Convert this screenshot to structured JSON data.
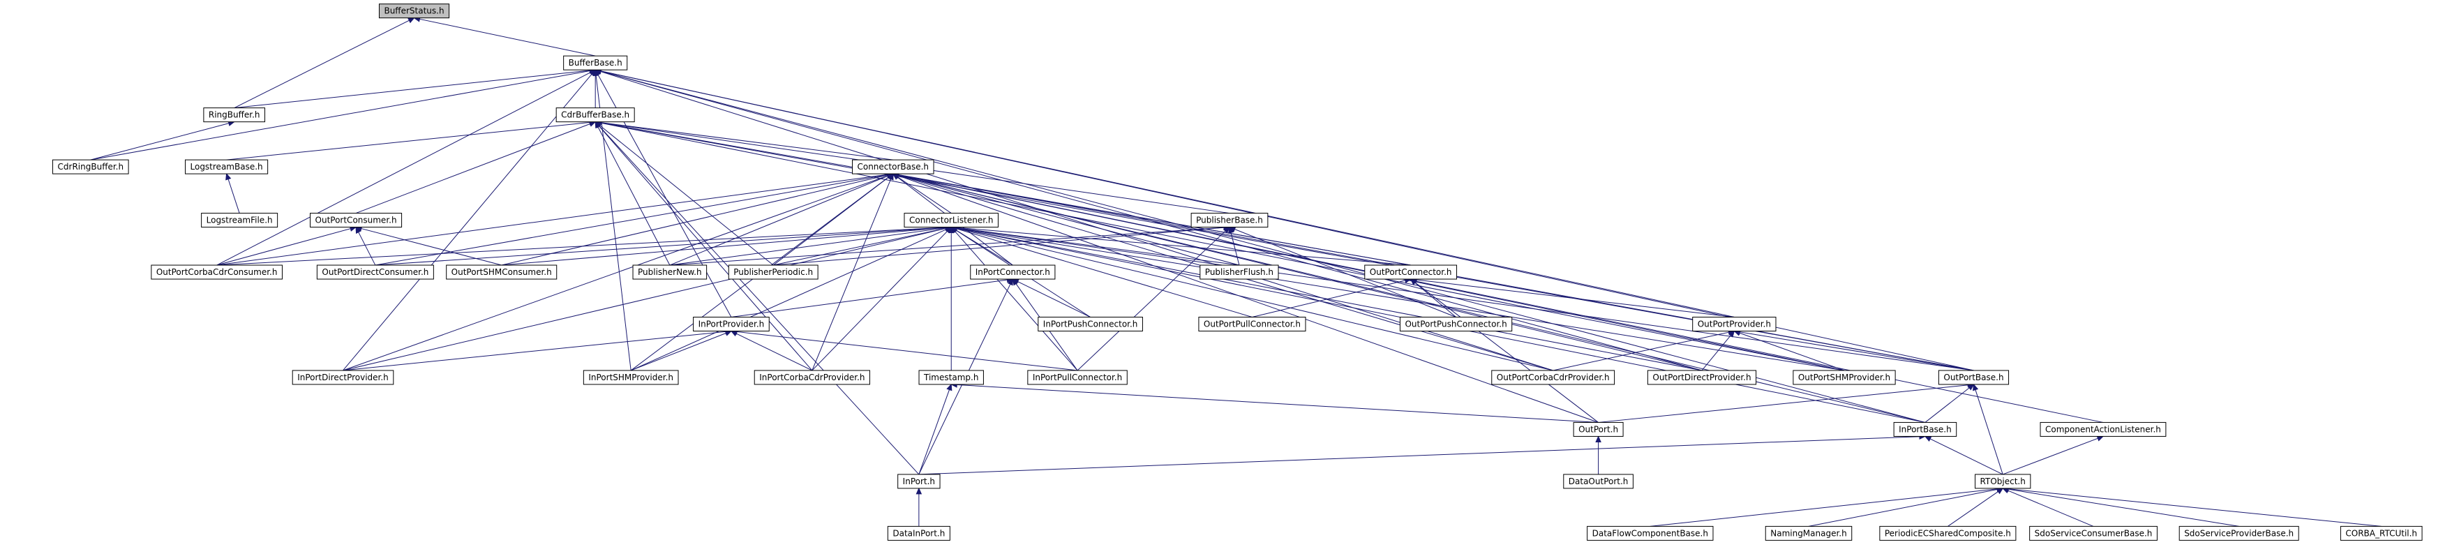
{
  "title": "",
  "nodes": [
    {
      "id": "BufferStatus",
      "label": "BufferStatus.h",
      "root": true
    },
    {
      "id": "BufferBase",
      "label": "BufferBase.h"
    },
    {
      "id": "RingBuffer",
      "label": "RingBuffer.h"
    },
    {
      "id": "CdrBufferBase",
      "label": "CdrBufferBase.h"
    },
    {
      "id": "CdrRingBuffer",
      "label": "CdrRingBuffer.h"
    },
    {
      "id": "LogstreamBase",
      "label": "LogstreamBase.h"
    },
    {
      "id": "LogstreamFile",
      "label": "LogstreamFile.h"
    },
    {
      "id": "ConnectorBase",
      "label": "ConnectorBase.h"
    },
    {
      "id": "OutPortConsumer",
      "label": "OutPortConsumer.h"
    },
    {
      "id": "ConnectorListener",
      "label": "ConnectorListener.h"
    },
    {
      "id": "PublisherBase",
      "label": "PublisherBase.h"
    },
    {
      "id": "OutPortCorbaCdrConsumer",
      "label": "OutPortCorbaCdrConsumer.h"
    },
    {
      "id": "OutPortDirectConsumer",
      "label": "OutPortDirectConsumer.h"
    },
    {
      "id": "OutPortSHMConsumer",
      "label": "OutPortSHMConsumer.h"
    },
    {
      "id": "PublisherNew",
      "label": "PublisherNew.h"
    },
    {
      "id": "PublisherPeriodic",
      "label": "PublisherPeriodic.h"
    },
    {
      "id": "PublisherFlush",
      "label": "PublisherFlush.h"
    },
    {
      "id": "InPortConnector",
      "label": "InPortConnector.h"
    },
    {
      "id": "OutPortConnector",
      "label": "OutPortConnector.h"
    },
    {
      "id": "InPortPushConnector",
      "label": "InPortPushConnector.h"
    },
    {
      "id": "OutPortPullConnector",
      "label": "OutPortPullConnector.h"
    },
    {
      "id": "OutPortPushConnector",
      "label": "OutPortPushConnector.h"
    },
    {
      "id": "InPortProvider",
      "label": "InPortProvider.h"
    },
    {
      "id": "OutPortProvider",
      "label": "OutPortProvider.h"
    },
    {
      "id": "InPortDirectProvider",
      "label": "InPortDirectProvider.h"
    },
    {
      "id": "InPortSHMProvider",
      "label": "InPortSHMProvider.h"
    },
    {
      "id": "InPortCorbaCdrProvider",
      "label": "InPortCorbaCdrProvider.h"
    },
    {
      "id": "Timestamp",
      "label": "Timestamp.h"
    },
    {
      "id": "InPortPullConnector",
      "label": "InPortPullConnector.h"
    },
    {
      "id": "OutPortCorbaCdrProvider",
      "label": "OutPortCorbaCdrProvider.h"
    },
    {
      "id": "OutPortDirectProvider",
      "label": "OutPortDirectProvider.h"
    },
    {
      "id": "OutPortSHMProvider",
      "label": "OutPortSHMProvider.h"
    },
    {
      "id": "OutPortBase",
      "label": "OutPortBase.h"
    },
    {
      "id": "OutPort",
      "label": "OutPort.h"
    },
    {
      "id": "InPortBase",
      "label": "InPortBase.h"
    },
    {
      "id": "ComponentActionListener",
      "label": "ComponentActionListener.h"
    },
    {
      "id": "DataOutPort",
      "label": "DataOutPort.h"
    },
    {
      "id": "InPort",
      "label": "InPort.h"
    },
    {
      "id": "RTObject",
      "label": "RTObject.h"
    },
    {
      "id": "DataInPort",
      "label": "DataInPort.h"
    },
    {
      "id": "DataFlowComponentBase",
      "label": "DataFlowComponentBase.h"
    },
    {
      "id": "NamingManager",
      "label": "NamingManager.h"
    },
    {
      "id": "PeriodicECSharedComposite",
      "label": "PeriodicECSharedComposite.h"
    },
    {
      "id": "SdoServiceConsumerBase",
      "label": "SdoServiceConsumerBase.h"
    },
    {
      "id": "SdoServiceProviderBase",
      "label": "SdoServiceProviderBase.h"
    },
    {
      "id": "CORBA_RTCUtil",
      "label": "CORBA_RTCUtil.h"
    }
  ],
  "edges": [
    [
      "BufferStatus",
      "BufferBase"
    ],
    [
      "BufferStatus",
      "RingBuffer"
    ],
    [
      "BufferBase",
      "RingBuffer"
    ],
    [
      "BufferBase",
      "CdrBufferBase"
    ],
    [
      "BufferBase",
      "CdrRingBuffer"
    ],
    [
      "BufferBase",
      "InPortProvider"
    ],
    [
      "BufferBase",
      "InPortDirectProvider"
    ],
    [
      "BufferBase",
      "InPortSHMProvider"
    ],
    [
      "BufferBase",
      "OutPortCorbaCdrConsumer"
    ],
    [
      "BufferBase",
      "OutPortProvider"
    ],
    [
      "BufferBase",
      "OutPortBase"
    ],
    [
      "BufferBase",
      "OutPortDirectProvider"
    ],
    [
      "BufferBase",
      "InPortBase"
    ],
    [
      "BufferBase",
      "OutPortCorbaCdrProvider"
    ],
    [
      "RingBuffer",
      "CdrRingBuffer"
    ],
    [
      "CdrBufferBase",
      "LogstreamBase"
    ],
    [
      "CdrBufferBase",
      "ConnectorBase"
    ],
    [
      "CdrBufferBase",
      "OutPortConsumer"
    ],
    [
      "CdrBufferBase",
      "PublisherNew"
    ],
    [
      "CdrBufferBase",
      "PublisherPeriodic"
    ],
    [
      "CdrBufferBase",
      "PublisherBase"
    ],
    [
      "CdrBufferBase",
      "InPort"
    ],
    [
      "CdrBufferBase",
      "OutPortSHMProvider"
    ],
    [
      "CdrBufferBase",
      "OutPortBase"
    ],
    [
      "CdrBufferBase",
      "InPortCorbaCdrProvider"
    ],
    [
      "CdrBufferBase",
      "OutPortConnector"
    ],
    [
      "LogstreamBase",
      "LogstreamFile"
    ],
    [
      "ConnectorBase",
      "ConnectorListener"
    ],
    [
      "ConnectorBase",
      "OutPortCorbaCdrConsumer"
    ],
    [
      "ConnectorBase",
      "OutPortDirectConsumer"
    ],
    [
      "ConnectorBase",
      "OutPortSHMConsumer"
    ],
    [
      "ConnectorBase",
      "PublisherNew"
    ],
    [
      "ConnectorBase",
      "PublisherPeriodic"
    ],
    [
      "ConnectorBase",
      "PublisherFlush"
    ],
    [
      "ConnectorBase",
      "InPortConnector"
    ],
    [
      "ConnectorBase",
      "OutPortConnector"
    ],
    [
      "ConnectorBase",
      "InPortDirectProvider"
    ],
    [
      "ConnectorBase",
      "InPortSHMProvider"
    ],
    [
      "ConnectorBase",
      "InPortCorbaCdrProvider"
    ],
    [
      "ConnectorBase",
      "OutPortCorbaCdrProvider"
    ],
    [
      "ConnectorBase",
      "OutPortDirectProvider"
    ],
    [
      "ConnectorBase",
      "OutPortSHMProvider"
    ],
    [
      "ConnectorBase",
      "OutPortBase"
    ],
    [
      "ConnectorBase",
      "InPortBase"
    ],
    [
      "ConnectorBase",
      "ComponentActionListener"
    ],
    [
      "ConnectorBase",
      "OutPort"
    ],
    [
      "OutPortConsumer",
      "OutPortCorbaCdrConsumer"
    ],
    [
      "OutPortConsumer",
      "OutPortDirectConsumer"
    ],
    [
      "OutPortConsumer",
      "OutPortSHMConsumer"
    ],
    [
      "ConnectorListener",
      "OutPortCorbaCdrConsumer"
    ],
    [
      "ConnectorListener",
      "OutPortDirectConsumer"
    ],
    [
      "ConnectorListener",
      "OutPortSHMConsumer"
    ],
    [
      "ConnectorListener",
      "PublisherNew"
    ],
    [
      "ConnectorListener",
      "PublisherPeriodic"
    ],
    [
      "ConnectorListener",
      "PublisherFlush"
    ],
    [
      "ConnectorListener",
      "InPortConnector"
    ],
    [
      "ConnectorListener",
      "OutPortConnector"
    ],
    [
      "ConnectorListener",
      "InPortPushConnector"
    ],
    [
      "ConnectorListener",
      "OutPortPullConnector"
    ],
    [
      "ConnectorListener",
      "InPortPullConnector"
    ],
    [
      "ConnectorListener",
      "Timestamp"
    ],
    [
      "ConnectorListener",
      "InPortDirectProvider"
    ],
    [
      "ConnectorListener",
      "InPortSHMProvider"
    ],
    [
      "ConnectorListener",
      "InPortCorbaCdrProvider"
    ],
    [
      "ConnectorListener",
      "OutPortCorbaCdrProvider"
    ],
    [
      "ConnectorListener",
      "OutPortDirectProvider"
    ],
    [
      "ConnectorListener",
      "OutPortSHMProvider"
    ],
    [
      "ConnectorListener",
      "OutPortBase"
    ],
    [
      "ConnectorListener",
      "InPortBase"
    ],
    [
      "PublisherBase",
      "PublisherNew"
    ],
    [
      "PublisherBase",
      "PublisherPeriodic"
    ],
    [
      "PublisherBase",
      "PublisherFlush"
    ],
    [
      "PublisherBase",
      "OutPortPushConnector"
    ],
    [
      "PublisherBase",
      "InPortPullConnector"
    ],
    [
      "InPortConnector",
      "InPortPushConnector"
    ],
    [
      "InPortConnector",
      "InPortPullConnector"
    ],
    [
      "InPortConnector",
      "InPortProvider"
    ],
    [
      "InPortConnector",
      "InPort"
    ],
    [
      "OutPortConnector",
      "OutPortPullConnector"
    ],
    [
      "OutPortConnector",
      "OutPortPushConnector"
    ],
    [
      "OutPortConnector",
      "OutPortProvider"
    ],
    [
      "OutPortConnector",
      "OutPort"
    ],
    [
      "InPortProvider",
      "InPortDirectProvider"
    ],
    [
      "InPortProvider",
      "InPortSHMProvider"
    ],
    [
      "InPortProvider",
      "InPortCorbaCdrProvider"
    ],
    [
      "InPortProvider",
      "InPortPullConnector"
    ],
    [
      "OutPortProvider",
      "OutPortCorbaCdrProvider"
    ],
    [
      "OutPortProvider",
      "OutPortDirectProvider"
    ],
    [
      "OutPortProvider",
      "OutPortSHMProvider"
    ],
    [
      "OutPortProvider",
      "OutPortBase"
    ],
    [
      "Timestamp",
      "OutPort"
    ],
    [
      "Timestamp",
      "InPort"
    ],
    [
      "OutPortBase",
      "OutPort"
    ],
    [
      "OutPortBase",
      "InPortBase"
    ],
    [
      "OutPortBase",
      "RTObject"
    ],
    [
      "OutPort",
      "DataOutPort"
    ],
    [
      "InPortBase",
      "InPort"
    ],
    [
      "InPortBase",
      "RTObject"
    ],
    [
      "ComponentActionListener",
      "RTObject"
    ],
    [
      "InPort",
      "DataInPort"
    ],
    [
      "RTObject",
      "DataFlowComponentBase"
    ],
    [
      "RTObject",
      "NamingManager"
    ],
    [
      "RTObject",
      "PeriodicECSharedComposite"
    ],
    [
      "RTObject",
      "SdoServiceConsumerBase"
    ],
    [
      "RTObject",
      "SdoServiceProviderBase"
    ],
    [
      "RTObject",
      "CORBA_RTCUtil"
    ]
  ]
}
